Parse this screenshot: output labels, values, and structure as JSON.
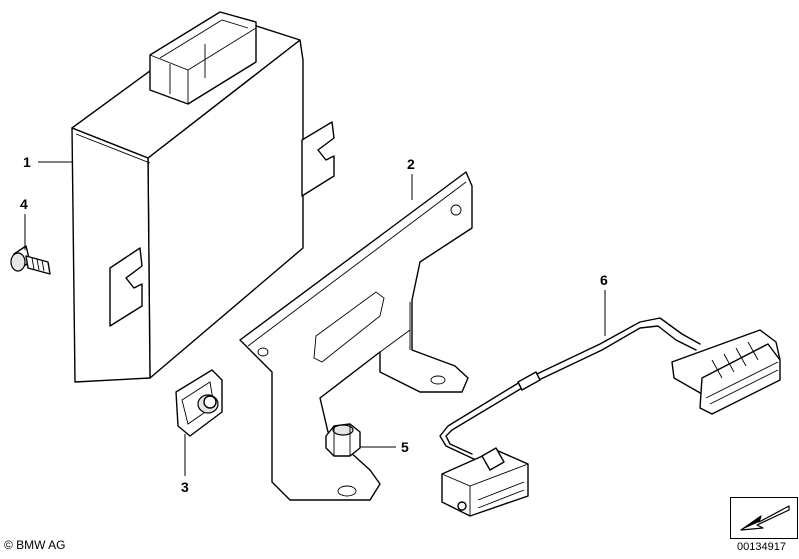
{
  "callouts": [
    {
      "id": "1",
      "label": "1"
    },
    {
      "id": "2",
      "label": "2"
    },
    {
      "id": "3",
      "label": "3"
    },
    {
      "id": "4",
      "label": "4"
    },
    {
      "id": "5",
      "label": "5"
    },
    {
      "id": "6",
      "label": "6"
    }
  ],
  "footer": {
    "copyright": "© BMW AG",
    "diagram_number": "00134917"
  },
  "icons": {
    "nav": "arrow-down-left-icon"
  }
}
